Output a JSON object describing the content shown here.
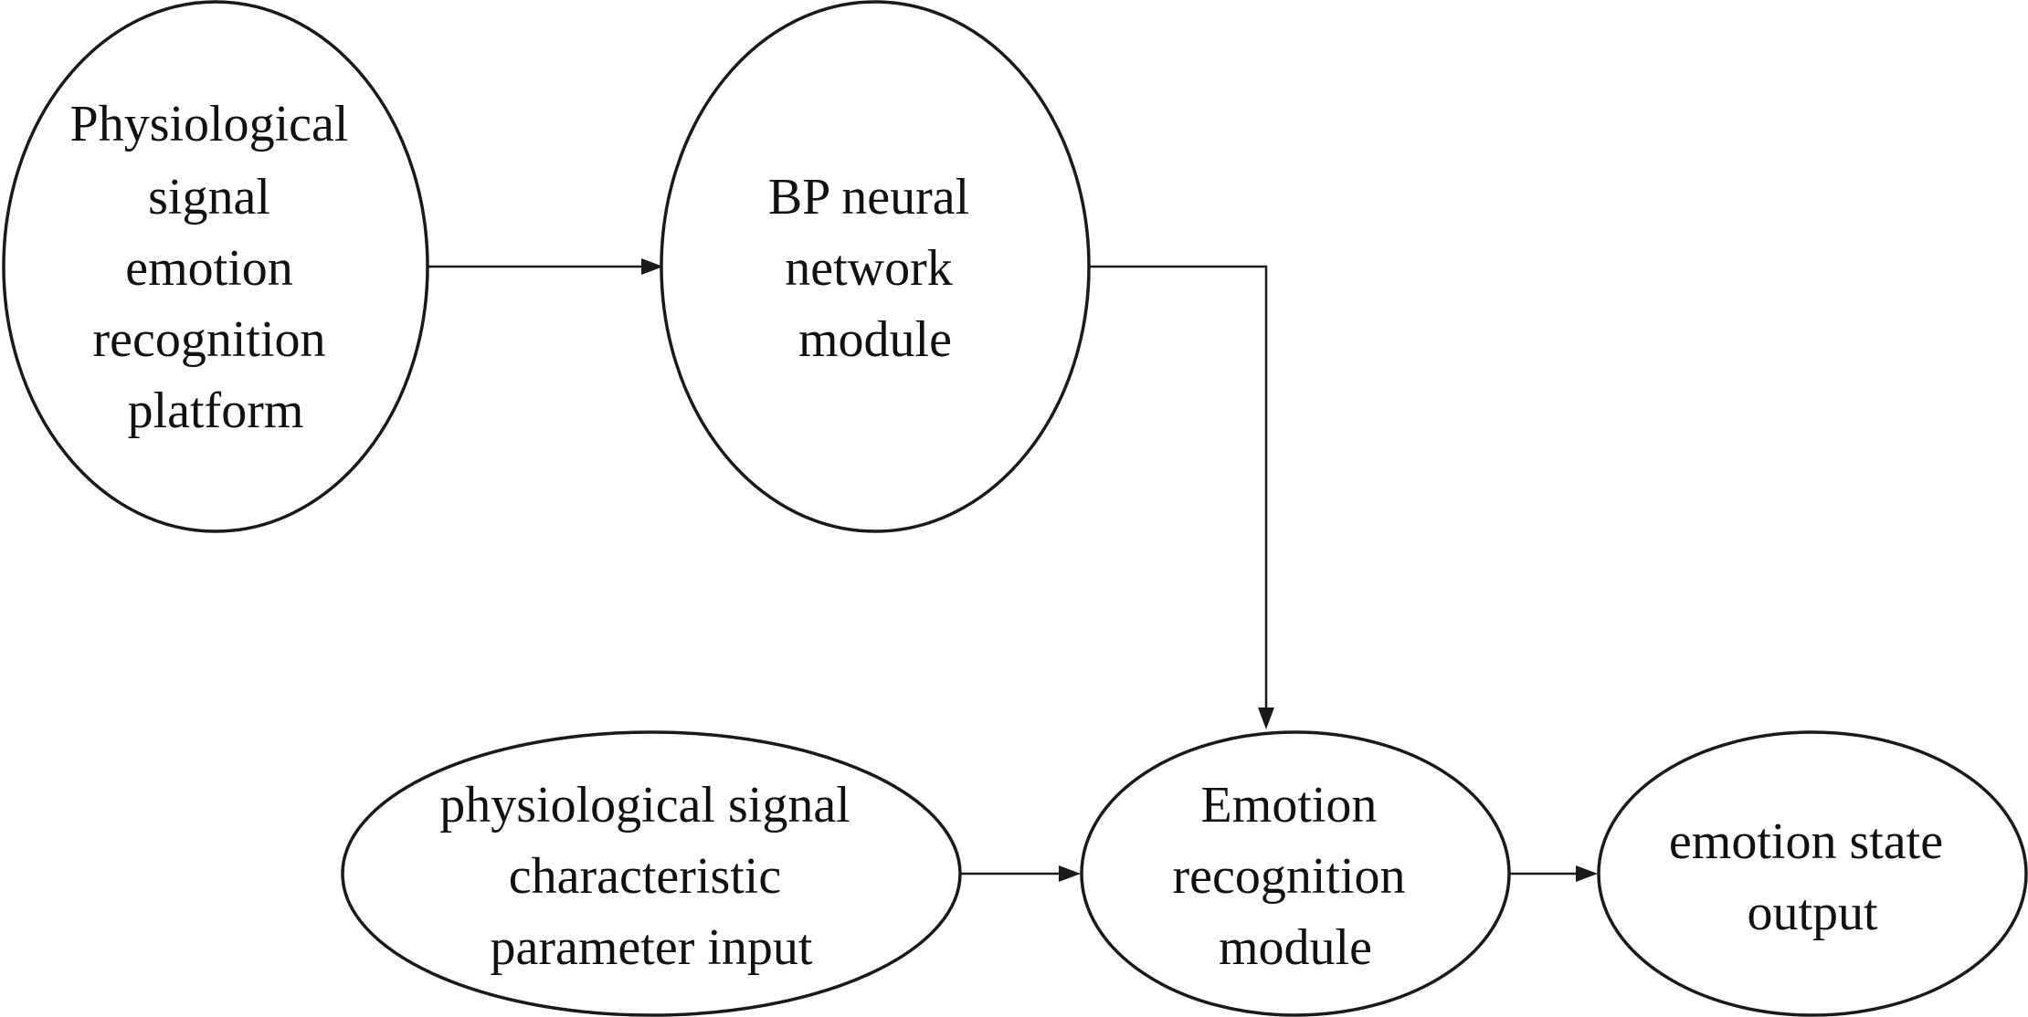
{
  "diagram": {
    "nodes": [
      {
        "id": "platform",
        "lines": [
          "Physiological",
          "signal",
          "emotion",
          "recognition",
          "platform"
        ]
      },
      {
        "id": "bp",
        "lines": [
          "BP neural",
          "network",
          "module"
        ]
      },
      {
        "id": "input",
        "lines": [
          "physiological signal",
          "characteristic",
          "parameter input"
        ]
      },
      {
        "id": "recog",
        "lines": [
          "Emotion",
          "recognition",
          "module"
        ]
      },
      {
        "id": "output",
        "lines": [
          "emotion state",
          "output"
        ]
      }
    ],
    "edges": [
      {
        "from": "platform",
        "to": "bp"
      },
      {
        "from": "bp",
        "to": "recog"
      },
      {
        "from": "input",
        "to": "recog"
      },
      {
        "from": "recog",
        "to": "output"
      }
    ]
  }
}
